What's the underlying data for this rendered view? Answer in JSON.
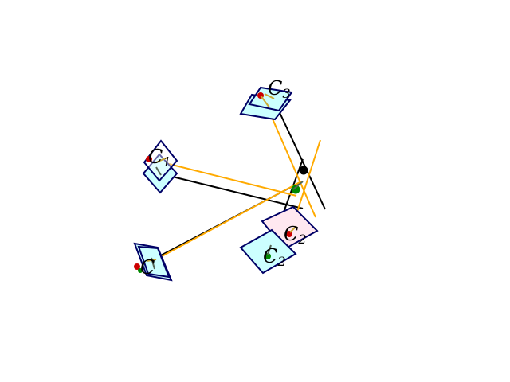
{
  "diagram": {
    "camera_labels": [
      {
        "id": "c1a",
        "text": "C",
        "sub": "1"
      },
      {
        "id": "c1b",
        "text": "C",
        "sub": "1"
      },
      {
        "id": "c2a",
        "text": "C",
        "sub": "2"
      },
      {
        "id": "c2b",
        "text": "C",
        "sub": "2"
      },
      {
        "id": "c3a",
        "text": "C",
        "sub": "3"
      },
      {
        "id": "c3b",
        "text": "C",
        "sub": "3"
      },
      {
        "id": "c4a",
        "text": "C",
        "sub": ""
      }
    ],
    "colors": {
      "camera_outline": "#000066",
      "camera_fill_cyan": "#ccffff",
      "camera_fill_pink": "#ffe8f0",
      "ray_black": "#000000",
      "ray_orange": "#ffaa00",
      "point_black": "#000000",
      "point_green": "#008800",
      "point_red": "#cc0000",
      "axis_yellow": "#ccaa33"
    }
  }
}
